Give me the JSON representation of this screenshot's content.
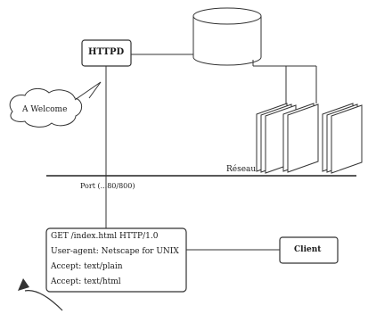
{
  "diagram": {
    "httpd_label": "HTTPD",
    "cloud_label": "A Welcome",
    "network_label": "Réseau",
    "port_label": "Port (...80/800)",
    "client_label": "Client",
    "request_lines": [
      "GET /index.html HTTP/1.0",
      "User-agent: Netscape for UNIX",
      "Accept: text/plain",
      "Accept: text/html"
    ]
  }
}
